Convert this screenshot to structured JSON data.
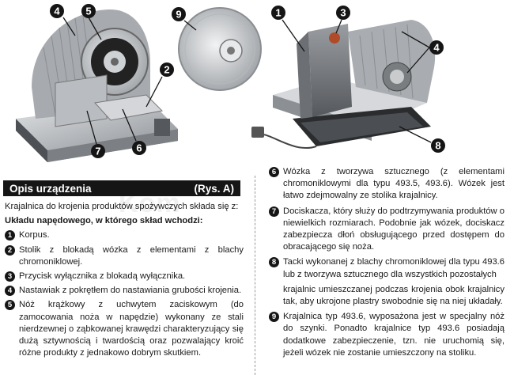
{
  "section": {
    "title": "Opis urządzenia",
    "figure_ref": "(Rys. A)"
  },
  "watermark": "Kom",
  "callouts": {
    "left_machine": [
      "4",
      "5",
      "2",
      "7",
      "6"
    ],
    "blade": [
      "9"
    ],
    "right_machine": [
      "1",
      "3",
      "4",
      "8"
    ]
  },
  "left_column": {
    "intro": "Krajalnica do krojenia produktów spożywczych składa się z:",
    "heading": "Układu napędowego, w którego skład wchodzi:",
    "items": [
      {
        "num": "1",
        "text": "Korpus."
      },
      {
        "num": "2",
        "text": "Stolik z blokadą wózka z elementami z blachy chromoniklowej."
      },
      {
        "num": "3",
        "text": "Przycisk wyłącznika z blokadą wyłącznika."
      },
      {
        "num": "4",
        "text": "Nastawiak z pokrętłem do nastawiania grubości krojenia."
      },
      {
        "num": "5",
        "text": "Nóż krążkowy z uchwytem zaciskowym (do zamocowania noża w napędzie) wykonany ze stali nierdzewnej o ząbkowanej krawędzi charakteryzujący się dużą sztywnością i twardością oraz pozwalający kroić różne produkty z jednakowo dobrym skutkiem."
      }
    ]
  },
  "right_column": {
    "items": [
      {
        "num": "6",
        "text": "Wózka z tworzywa sztucznego (z elementami chromoniklowymi dla typu 493.5, 493.6). Wózek jest łatwo zdejmowalny ze stolika krajalnicy."
      },
      {
        "num": "7",
        "text": "Dociskacza, który służy do podtrzymywania produktów o niewielkich rozmiarach. Podobnie jak wózek, dociskacz zabezpiecza dłoń obsługującego przed dostępem do obracającego się noża."
      },
      {
        "num": "8",
        "text": "Tacki wykonanej z blachy chromoniklowej dla typu 493.6 lub z tworzywa sztucznego dla wszystkich pozostałych"
      }
    ],
    "continuation": "krajalnic umieszczanej podczas krojenia obok krajalnicy tak, aby ukrojone plastry swobodnie się na niej układały.",
    "last_item": {
      "num": "9",
      "text": "Krajalnica typ 493.6, wyposażona jest w specjalny nóż do szynki. Ponadto krajalnice typ 493.6 posiadają dodatkowe zabezpieczenie, tzn. nie uruchomią się, jeżeli wózek nie zostanie umieszczony na stoliku."
    }
  }
}
